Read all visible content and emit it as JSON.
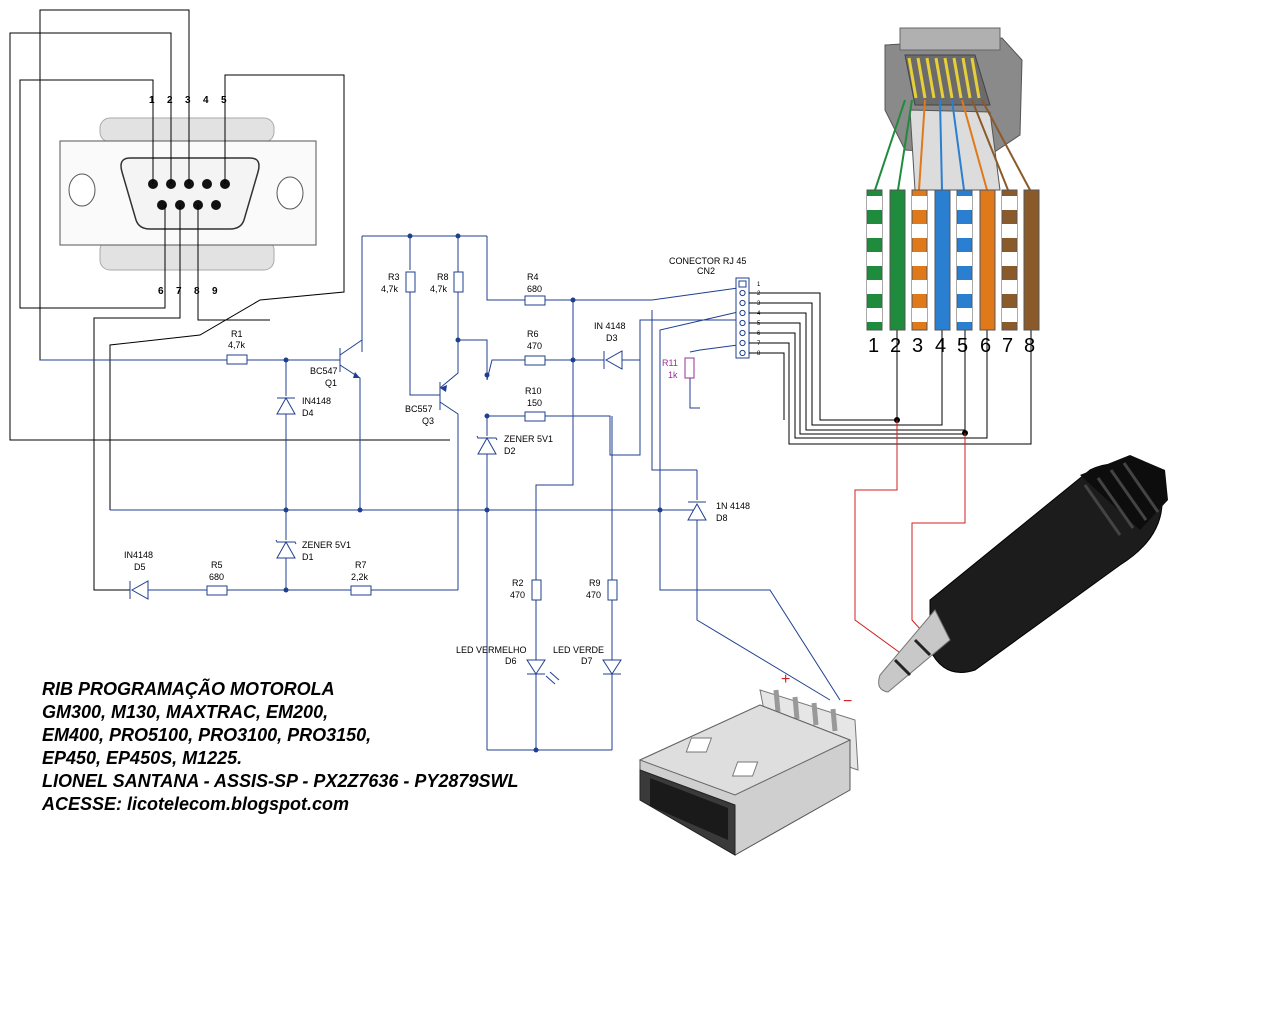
{
  "db9": {
    "pins_top": [
      "1",
      "2",
      "3",
      "4",
      "5"
    ],
    "pins_bottom": [
      "6",
      "7",
      "8",
      "9"
    ]
  },
  "components": {
    "r1": {
      "ref": "R1",
      "value": "4,7k"
    },
    "r3": {
      "ref": "R3",
      "value": "4,7k"
    },
    "r8": {
      "ref": "R8",
      "value": "4,7k"
    },
    "r4": {
      "ref": "R4",
      "value": "680"
    },
    "r6": {
      "ref": "R6",
      "value": "470"
    },
    "r10": {
      "ref": "R10",
      "value": "150"
    },
    "r5": {
      "ref": "R5",
      "value": "680"
    },
    "r7": {
      "ref": "R7",
      "value": "2,2k"
    },
    "r2": {
      "ref": "R2",
      "value": "470"
    },
    "r9": {
      "ref": "R9",
      "value": "470"
    },
    "r11": {
      "ref": "R11",
      "value": "1k"
    },
    "q1": {
      "type": "BC547",
      "ref": "Q1"
    },
    "q3": {
      "type": "BC557",
      "ref": "Q3"
    },
    "d4": {
      "type": "IN4148",
      "ref": "D4"
    },
    "d1": {
      "type": "ZENER 5V1",
      "ref": "D1"
    },
    "d2": {
      "type": "ZENER 5V1",
      "ref": "D2"
    },
    "d3": {
      "type": "IN 4148",
      "ref": "D3"
    },
    "d5": {
      "type": "IN4148",
      "ref": "D5"
    },
    "d8": {
      "type": "1N 4148",
      "ref": "D8"
    },
    "d6": {
      "type": "LED VERMELHO",
      "ref": "D6"
    },
    "d7": {
      "type": "LED VERDE",
      "ref": "D7"
    }
  },
  "cn2": {
    "title": "CONECTOR RJ 45",
    "ref": "CN2",
    "pins": [
      "1",
      "2",
      "3",
      "4",
      "5",
      "6",
      "7",
      "8"
    ]
  },
  "rj45": {
    "pin_numbers": [
      "1",
      "2",
      "3",
      "4",
      "5",
      "6",
      "7",
      "8"
    ]
  },
  "usb": {
    "plus": "+",
    "minus": "−"
  },
  "colors": {
    "wire": "#1f3f8f",
    "red_wire": "#d02020",
    "r11": "#9b2d9b"
  },
  "credits": [
    "RIB PROGRAMAÇÃO MOTOROLA",
    "GM300, M130, MAXTRAC, EM200,",
    "EM400, PRO5100, PRO3100, PRO3150,",
    "EP450, EP450S, M1225.",
    "",
    "LIONEL SANTANA - ASSIS-SP - PX2Z7636 - PY2879SWL",
    "ACESSE:  licotelecom.blogspot.com"
  ]
}
